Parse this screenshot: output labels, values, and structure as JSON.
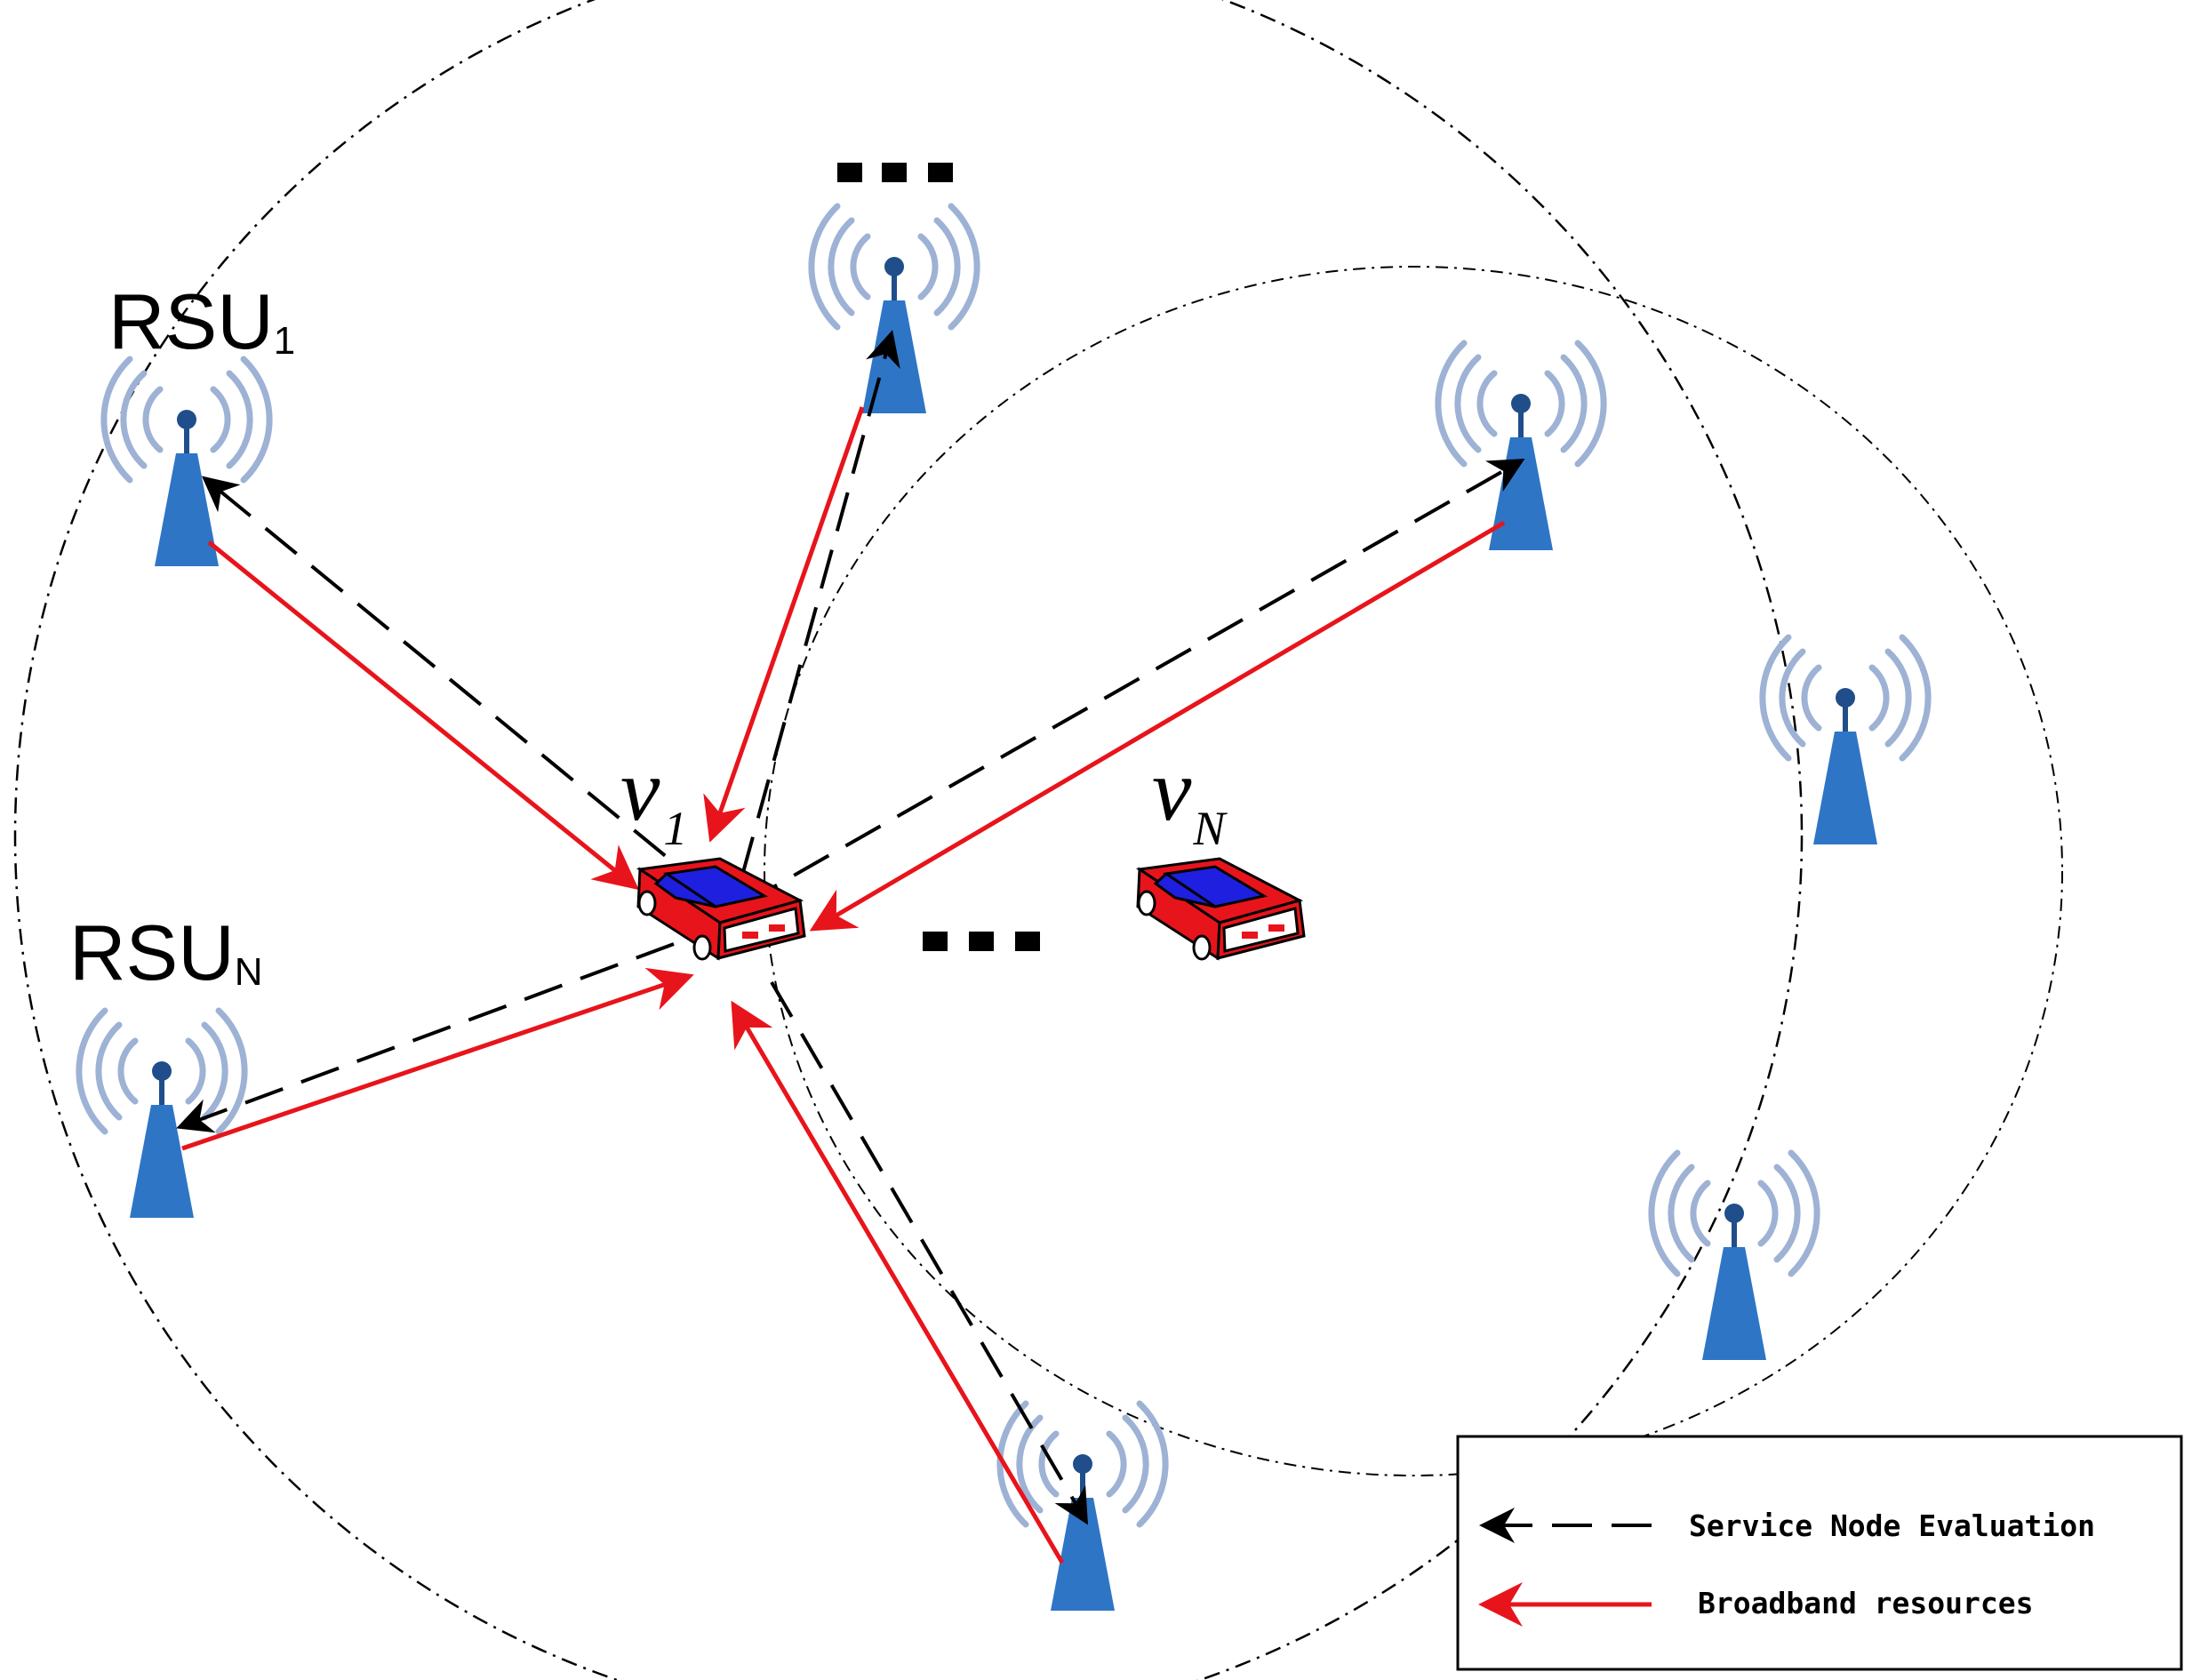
{
  "labels": {
    "rsu1": {
      "main": "RSU",
      "sub": "1"
    },
    "rsuN": {
      "main": "RSU",
      "sub": "N"
    },
    "v1": {
      "main": "v",
      "sub": "1"
    },
    "vN": {
      "main": "v",
      "sub": "N"
    }
  },
  "legend": {
    "service_node": "Service Node Evaluation",
    "broadband": "Broadband resources"
  },
  "colors": {
    "tower": "#2E75C6",
    "tower_dark": "#1F4E8A",
    "signal": "#9DB2D4",
    "resource_arrow": "#E8141B",
    "eval_arrow": "#000000",
    "car_body": "#E8141B",
    "car_window": "#1F1FE0"
  }
}
